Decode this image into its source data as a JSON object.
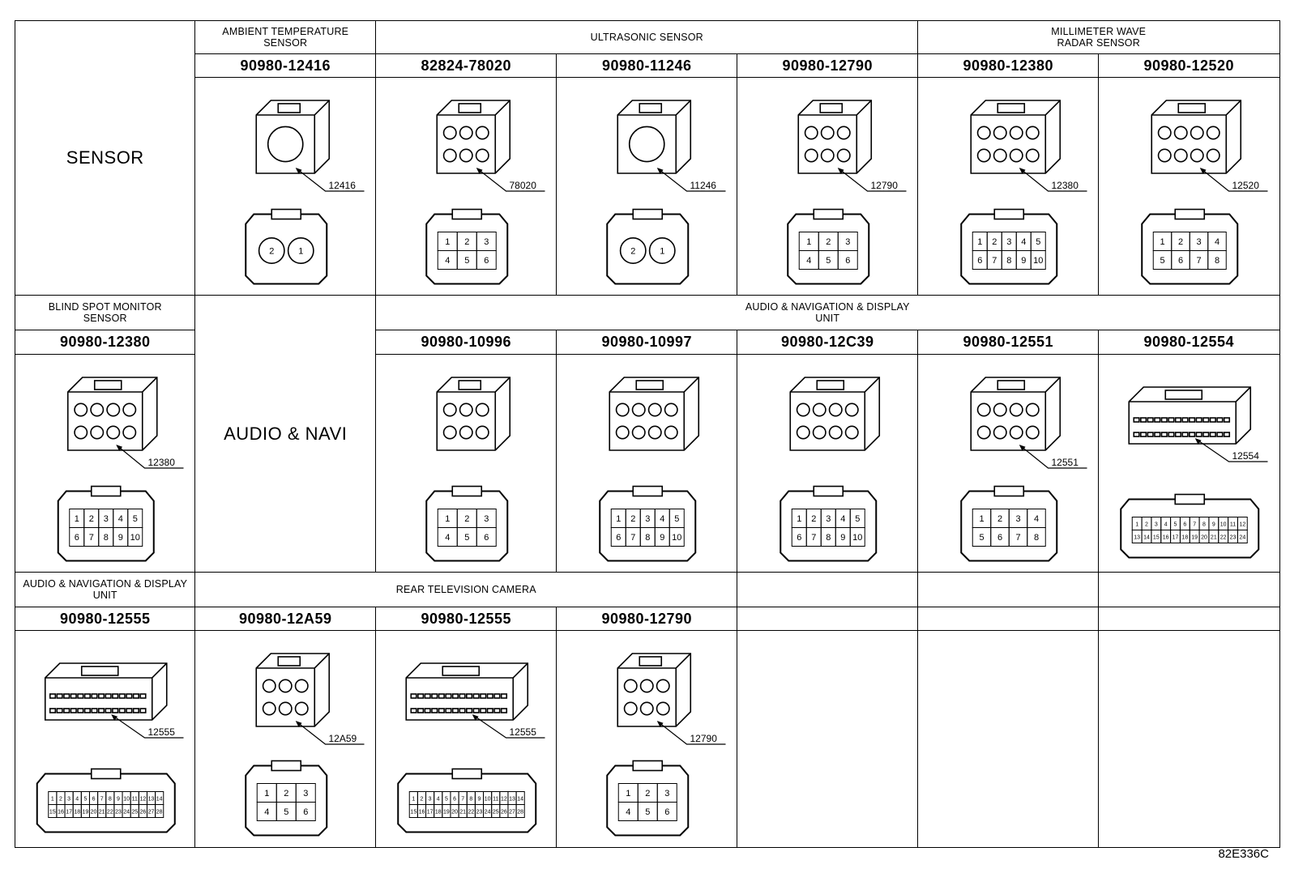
{
  "diagram": {
    "sections": [
      {
        "group_label": "SENSOR",
        "headers": [
          {
            "label": "AMBIENT TEMPERATURE\nSENSOR",
            "span": 1
          },
          {
            "label": "ULTRASONIC SENSOR",
            "span": 3
          },
          {
            "label": "MILLIMETER WAVE\nRADAR SENSOR",
            "span": 2
          }
        ],
        "parts": [
          {
            "part_number": "90980-12416",
            "callout": "12416",
            "pins": 2
          },
          {
            "part_number": "82824-78020",
            "callout": "78020",
            "pins": 6
          },
          {
            "part_number": "90980-11246",
            "callout": "11246",
            "pins": 2
          },
          {
            "part_number": "90980-12790",
            "callout": "12790",
            "pins": 6
          },
          {
            "part_number": "90980-12380",
            "callout": "12380",
            "pins": 10
          },
          {
            "part_number": "90980-12520",
            "callout": "12520",
            "pins": 8
          }
        ]
      },
      {
        "left_header": "BLIND SPOT MONITOR\nSENSOR",
        "left_part": {
          "part_number": "90980-12380",
          "callout": "12380",
          "pins": 10
        },
        "group_label": "AUDIO & NAVI",
        "headers": [
          {
            "label": "AUDIO & NAVIGATION & DISPLAY\nUNIT",
            "span": 5
          }
        ],
        "parts": [
          {
            "part_number": "90980-10996",
            "callout": "",
            "pins": 6
          },
          {
            "part_number": "90980-10997",
            "callout": "",
            "pins": 10
          },
          {
            "part_number": "90980-12C39",
            "callout": "",
            "pins": 10
          },
          {
            "part_number": "90980-12551",
            "callout": "12551",
            "pins": 8
          },
          {
            "part_number": "90980-12554",
            "callout": "12554",
            "pins": 24
          }
        ]
      },
      {
        "headers": [
          {
            "label": "AUDIO & NAVIGATION & DISPLAY\nUNIT",
            "span": 1
          },
          {
            "label": "REAR TELEVISION CAMERA",
            "span": 3
          },
          {
            "label": "",
            "span": 1
          },
          {
            "label": "",
            "span": 1
          },
          {
            "label": "",
            "span": 1
          }
        ],
        "parts": [
          {
            "part_number": "90980-12555",
            "callout": "12555",
            "pins": 28
          },
          {
            "part_number": "90980-12A59",
            "callout": "12A59",
            "pins": 6
          },
          {
            "part_number": "90980-12555",
            "callout": "12555",
            "pins": 28
          },
          {
            "part_number": "90980-12790",
            "callout": "12790",
            "pins": 6
          },
          {
            "part_number": "",
            "callout": "",
            "pins": 0
          },
          {
            "part_number": "",
            "callout": "",
            "pins": 0
          },
          {
            "part_number": "",
            "callout": "",
            "pins": 0
          }
        ]
      }
    ],
    "footer_code": "82E336C"
  }
}
